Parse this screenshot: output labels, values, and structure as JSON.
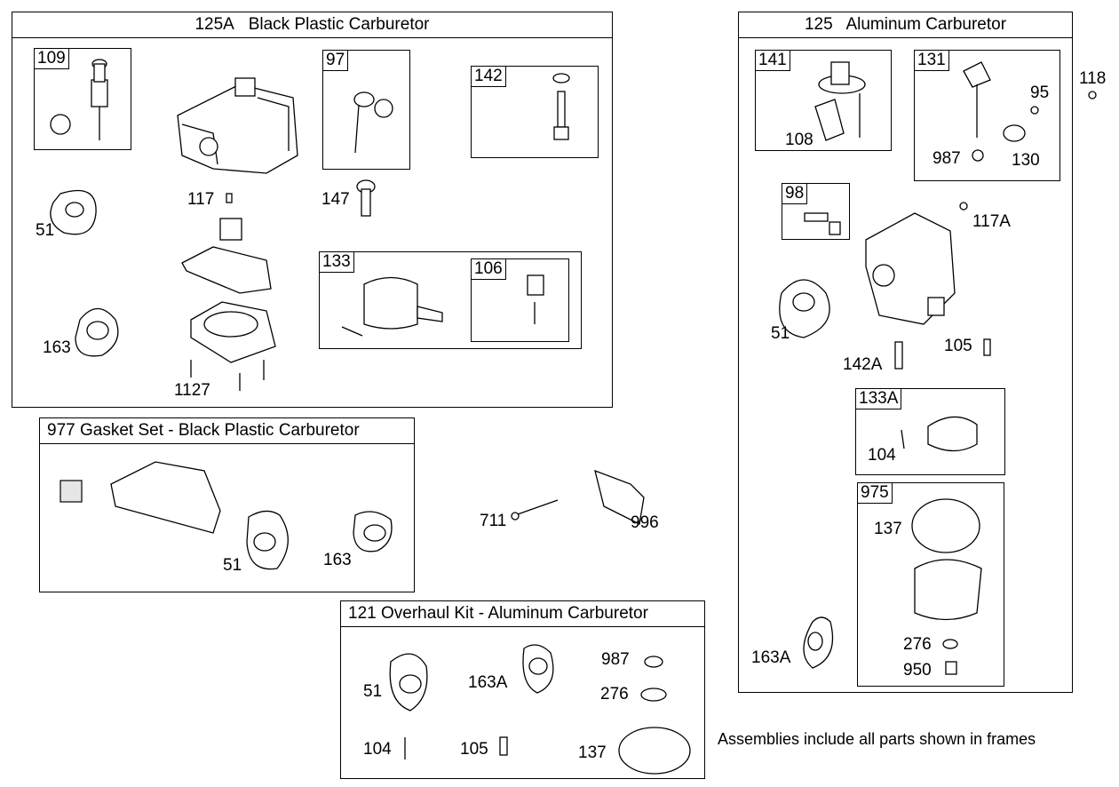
{
  "frames": {
    "black_plastic_carb": {
      "number": "125A",
      "title": "Black Plastic Carburetor"
    },
    "aluminum_carb": {
      "number": "125",
      "title": "Aluminum Carburetor"
    },
    "gasket_set": {
      "title": "977 Gasket Set - Black Plastic Carburetor"
    },
    "overhaul_kit": {
      "title": "121 Overhaul Kit - Aluminum Carburetor"
    }
  },
  "subframes": {
    "f109": "109",
    "f97": "97",
    "f142": "142",
    "f133": "133",
    "f106": "106",
    "f141": "141",
    "f131": "131",
    "f98": "98",
    "f133a": "133A",
    "f975": "975"
  },
  "callouts": {
    "p117": "117",
    "p147": "147",
    "p51a": "51",
    "p163a": "163",
    "p1127": "1127",
    "p108": "108",
    "p95": "95",
    "p987a": "987",
    "p130": "130",
    "p118": "118",
    "p117a": "117A",
    "p51b": "51",
    "p105a": "105",
    "p142a": "142A",
    "p104a": "104",
    "p137a": "137",
    "p276a": "276",
    "p950": "950",
    "p163ab": "163A",
    "p51c": "51",
    "p163c": "163",
    "p711": "711",
    "p996": "996",
    "p51d": "51",
    "p163ad": "163A",
    "p987b": "987",
    "p276b": "276",
    "p104b": "104",
    "p105b": "105",
    "p137b": "137"
  },
  "note": "Assemblies include all parts shown in frames"
}
